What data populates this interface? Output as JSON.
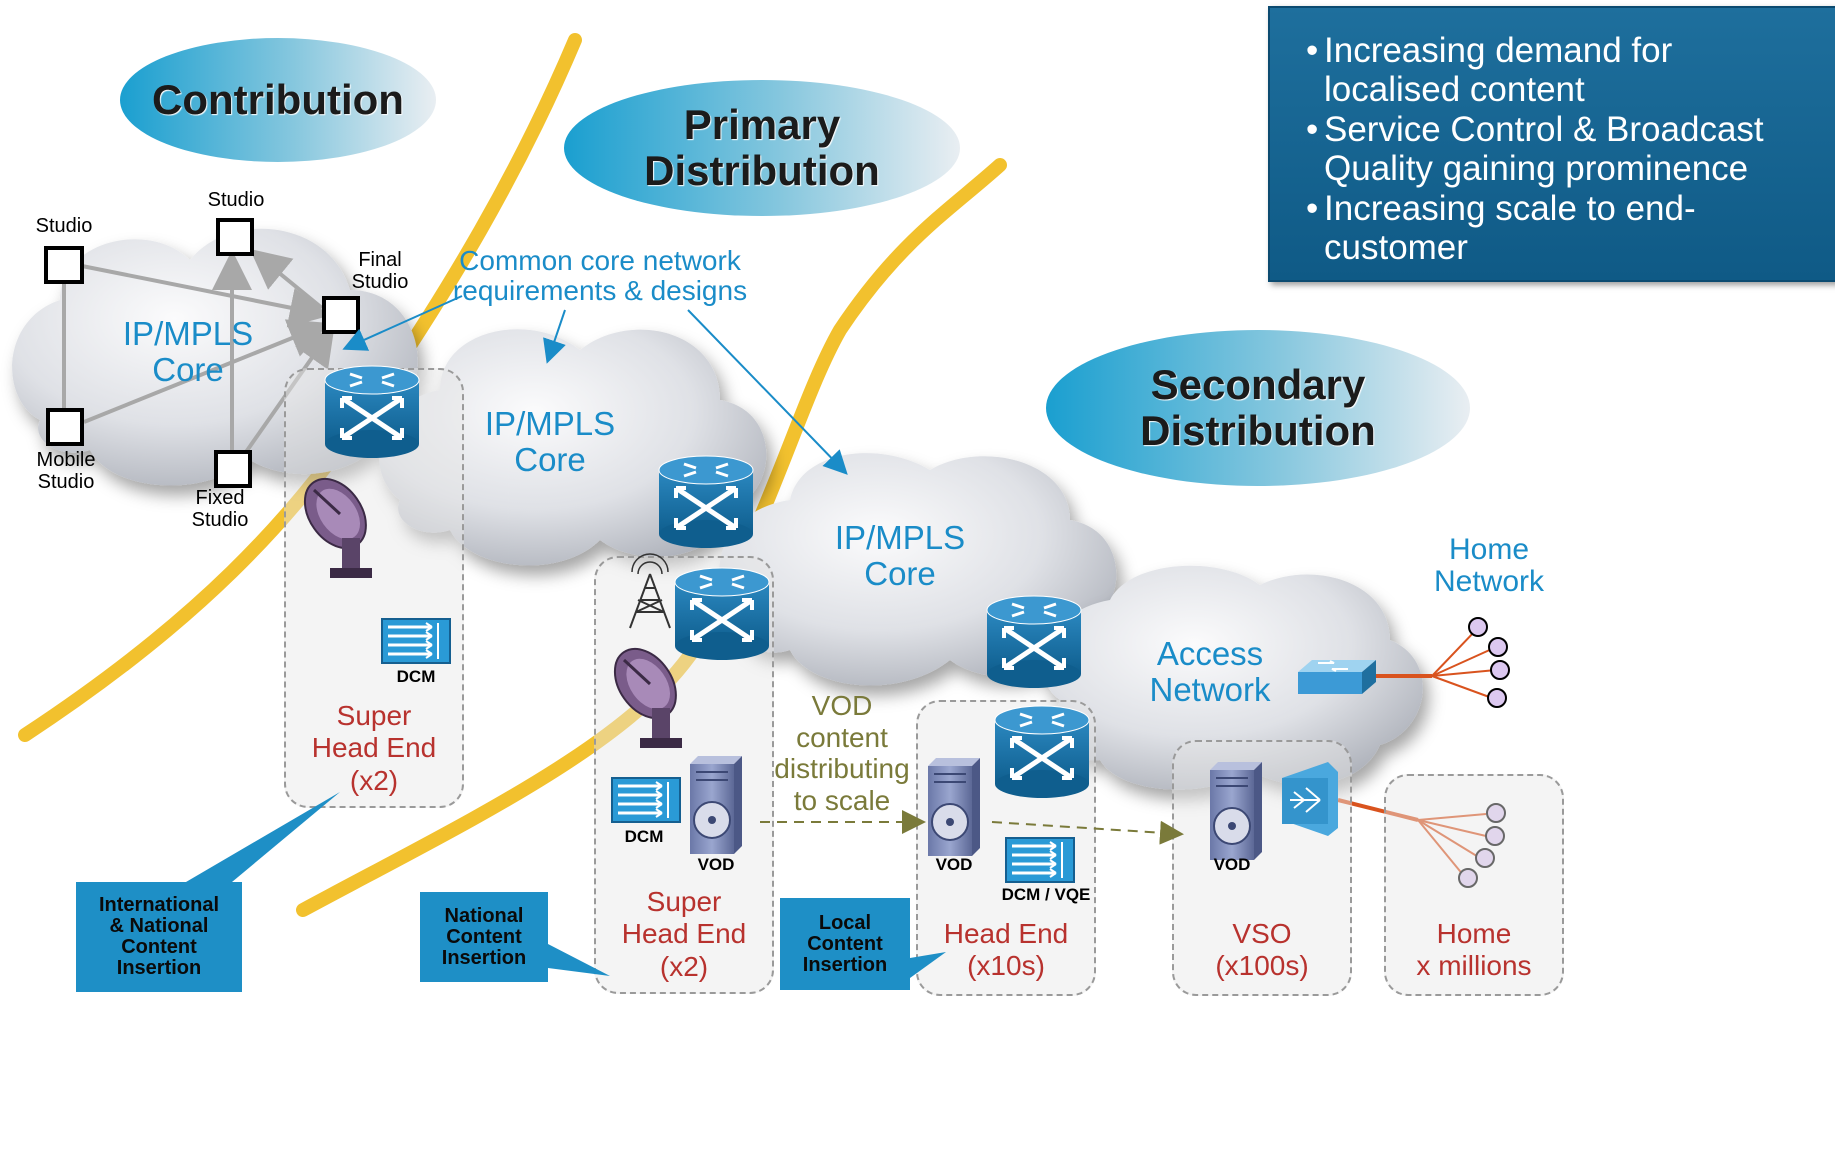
{
  "sections": {
    "contribution": "Contribution",
    "primary": [
      "Primary",
      "Distribution"
    ],
    "secondary": [
      "Secondary",
      "Distribution"
    ]
  },
  "info_box": [
    "Increasing demand for localised content",
    "Service Control & Broadcast Quality gaining prominence",
    "Increasing scale to end-customer"
  ],
  "clouds": {
    "core1": [
      "IP/MPLS",
      "Core"
    ],
    "core2": [
      "IP/MPLS",
      "Core"
    ],
    "core3": [
      "IP/MPLS",
      "Core"
    ],
    "access": [
      "Access",
      "Network"
    ]
  },
  "studios": {
    "studio_left": "Studio",
    "studio_top": "Studio",
    "final": [
      "Final",
      "Studio"
    ],
    "mobile": [
      "Mobile",
      "Studio"
    ],
    "fixed": [
      "Fixed",
      "Studio"
    ]
  },
  "callout_common": [
    "Common core network",
    "requirements & designs"
  ],
  "vod_flow": [
    "VOD",
    "content",
    "distributing",
    "to scale"
  ],
  "device_labels": {
    "dcm1": "DCM",
    "dcm2": "DCM",
    "vod1": "VOD",
    "vod2": "VOD",
    "vod3": "VOD",
    "dcm_vqe": "DCM / VQE"
  },
  "stages": {
    "she1": [
      "Super",
      "Head End",
      "(x2)"
    ],
    "she2": [
      "Super",
      "Head End",
      "(x2)"
    ],
    "he": [
      "Head End",
      "(x10s)"
    ],
    "vso": [
      "VSO",
      "(x100s)"
    ],
    "home": [
      "Home",
      "x millions"
    ]
  },
  "home_network": [
    "Home",
    "Network"
  ],
  "tags": {
    "intl": [
      "International",
      "& National",
      "Content",
      "Insertion"
    ],
    "national": [
      "National",
      "Content",
      "Insertion"
    ],
    "local": [
      "Local",
      "Content",
      "Insertion"
    ]
  },
  "colors": {
    "accent_blue": "#1a8cc8",
    "stage_red": "#b8322e",
    "boundary_yellow": "#f2c12e",
    "home_link": "#d9531e",
    "tag_blue": "#1e8fc6"
  }
}
